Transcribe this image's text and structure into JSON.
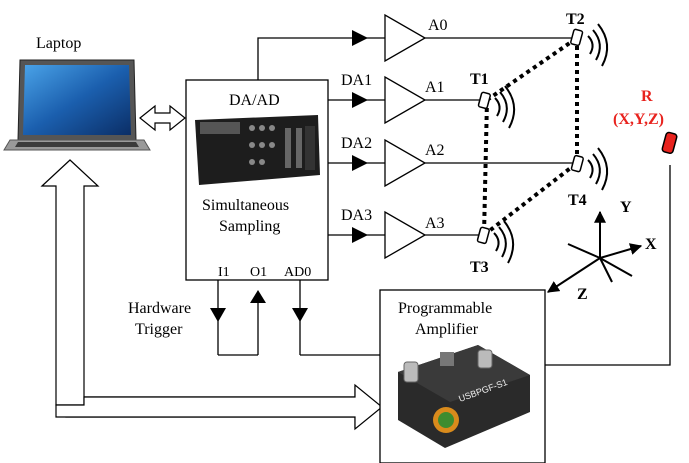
{
  "labels": {
    "laptop": "Laptop",
    "daad": "DA/AD",
    "simultaneous": "Simultaneous",
    "sampling": "Sampling",
    "i1": "I1",
    "o1": "O1",
    "ad0": "AD0",
    "hardware": "Hardware",
    "trigger": "Trigger",
    "programmable": "Programmable",
    "amplifier": "Amplifier",
    "da1": "DA1",
    "da2": "DA2",
    "da3": "DA3",
    "a0": "A0",
    "a1": "A1",
    "a2": "A2",
    "a3": "A3",
    "t1": "T1",
    "t2": "T2",
    "t3": "T3",
    "t4": "T4",
    "r": "R",
    "r_coords": "(X,Y,Z)",
    "axis_x": "X",
    "axis_y": "Y",
    "axis_z": "Z",
    "amp_device_text": "USBPGF-S1"
  },
  "colors": {
    "receiver": "#e8231e",
    "line": "#000000",
    "device_body": "#2a2a2a",
    "device_accent": "#d98b1c"
  },
  "icons": [
    "laptop-icon",
    "daq-device-image",
    "amplifier-device-image",
    "transmitter-icon",
    "receiver-icon",
    "signal-waves-icon"
  ]
}
